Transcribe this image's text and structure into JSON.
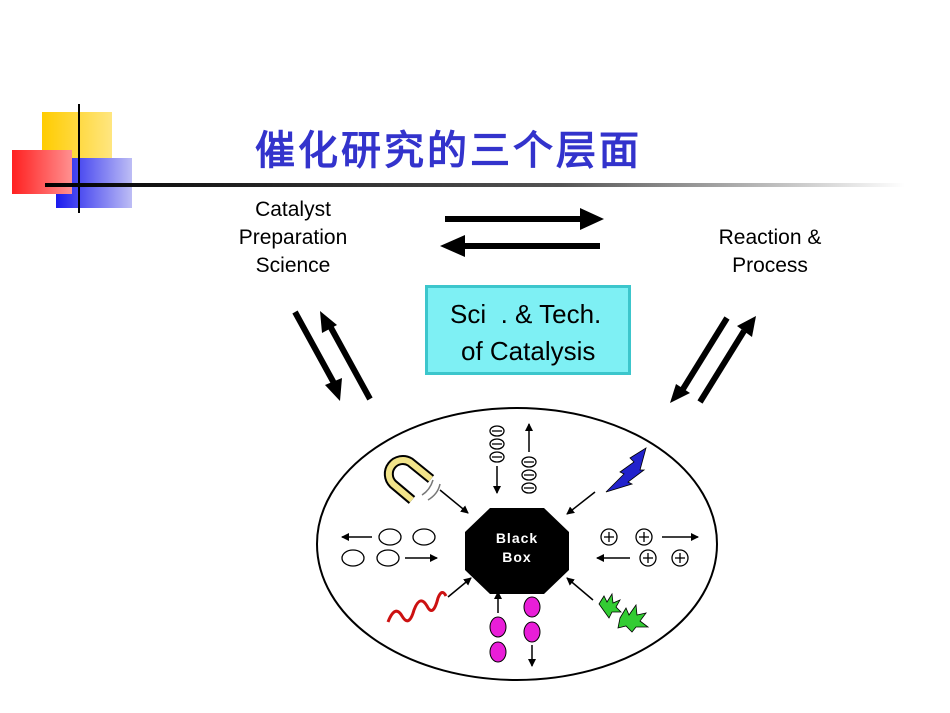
{
  "slide": {
    "title": "催化研究的三个层面",
    "left_label": [
      "Catalyst",
      "Preparation",
      "Science"
    ],
    "right_label": [
      "Reaction &",
      "Process"
    ],
    "center_box": [
      "Sci  . & Tech.",
      "of Catalysis"
    ],
    "black_box": [
      "Black",
      "Box"
    ]
  },
  "colors": {
    "title": "#3333cc",
    "center_box_fill": "#7ef0f4",
    "center_box_border": "#3cc6cc",
    "particle": "#e91ed8",
    "lightning": "#2222cc",
    "burst": "#33cc33",
    "wave": "#cc1111",
    "magnet": "#f2e48a"
  },
  "icons": [
    "magnet-icon",
    "lightning-icon",
    "wave-icon",
    "burst-icon",
    "anion-icon",
    "cation-icon",
    "particle-icon"
  ]
}
